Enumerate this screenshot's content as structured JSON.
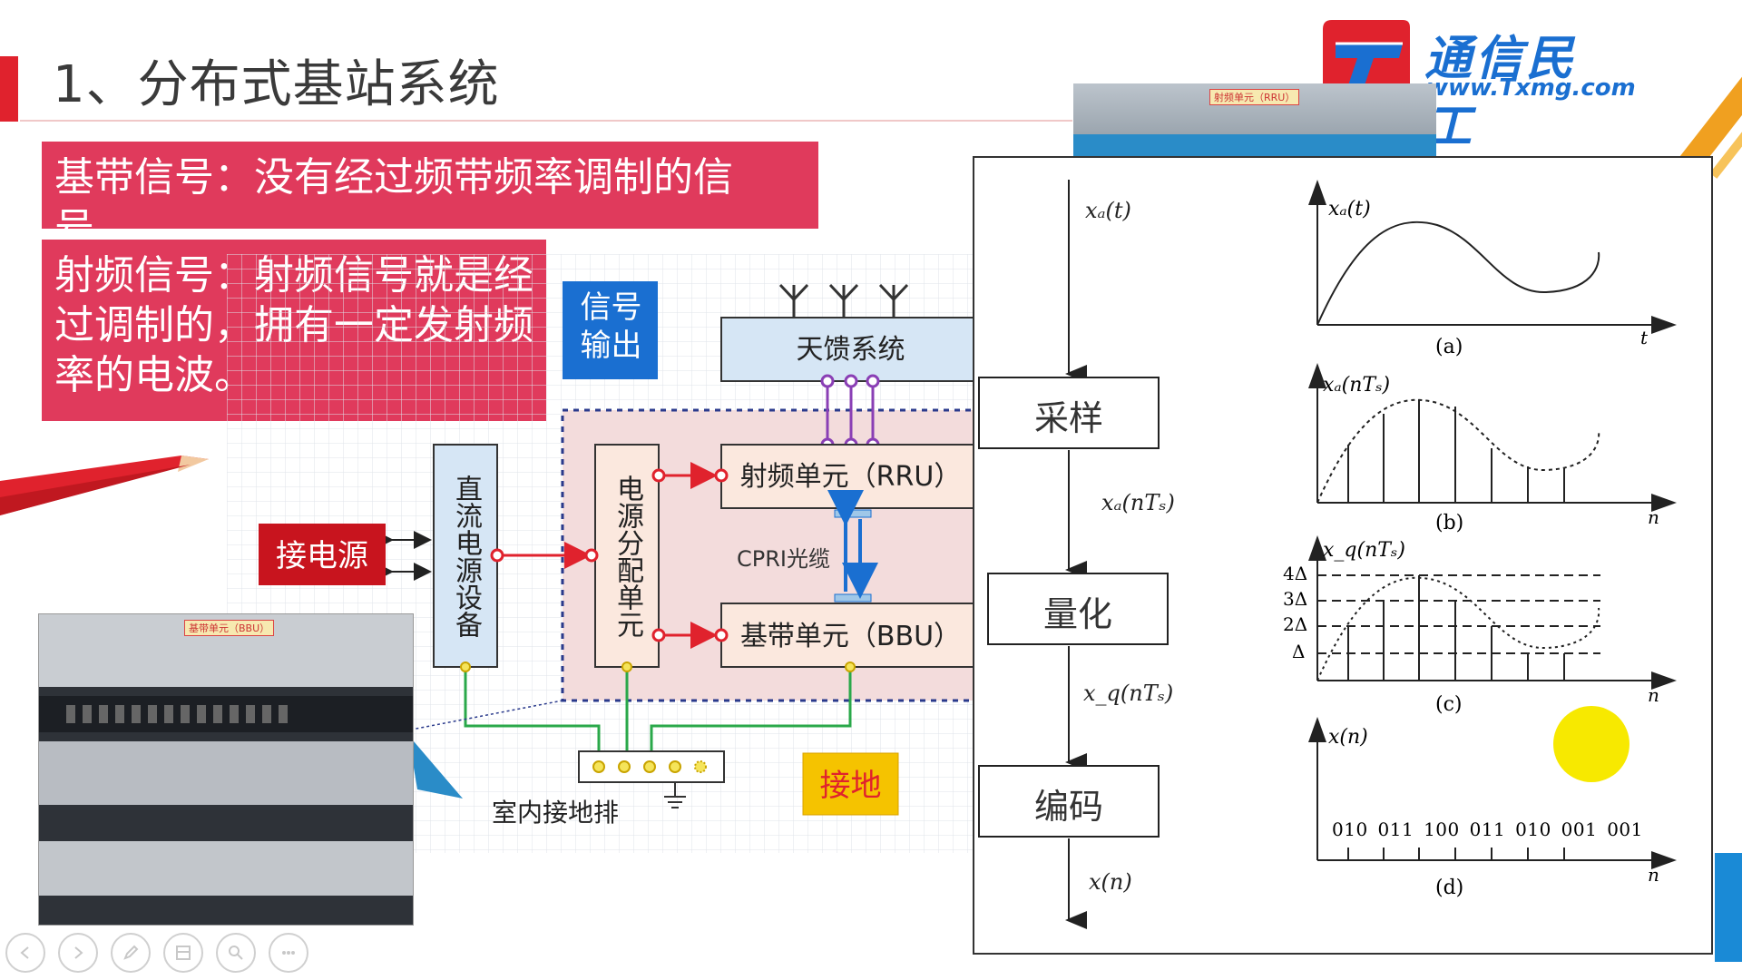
{
  "slide": {
    "title": "1、分布式基站系统",
    "baseband_box": "基带信号：没有经过频带频率调制的信号。",
    "rf_box": "射频信号：射频信号就是经过调制的，拥有一定发射频率的电波。"
  },
  "logo": {
    "brand": "通信民工",
    "url": "www.Txmg.com",
    "brand_color": "#1a6fd1",
    "red": "#e0222d"
  },
  "photo_labels": {
    "rru_photo": "射频单元（RRU）",
    "bbu_photo": "基带单元（BBU）"
  },
  "diagram": {
    "signal_output": "信号输出",
    "antenna_system": "天馈系统",
    "rru": "射频单元（RRU）",
    "bbu": "基带单元（BBU）",
    "cpri": "CPRI光缆",
    "pdu": "电源分配单元",
    "dc_power": "直流电源设备",
    "power_in": "接电源",
    "ground_bar": "室内接地排",
    "ground": "接地"
  },
  "signal_chain": {
    "sample": "采样",
    "quantize": "量化",
    "encode": "编码",
    "sig_xa_t": "xₐ(t)",
    "sig_xa_nT": "xₐ(nTₛ)",
    "sig_xq_nT": "x_q(nTₛ)",
    "sig_x_n": "x(n)"
  },
  "plots": {
    "a_label": "(a)",
    "b_label": "(b)",
    "c_label": "(c)",
    "d_label": "(d)",
    "a_ylabel": "xₐ(t)",
    "a_xlabel": "t",
    "b_ylabel": "xₐ(nTₛ)",
    "b_xlabel": "n",
    "c_ylabel": "x_q(nTₛ)",
    "c_xlabel": "n",
    "d_ylabel": "x(n)",
    "d_xlabel": "n",
    "levels": [
      "4Δ",
      "3Δ",
      "2Δ",
      "Δ"
    ],
    "codes": "010 011 100 011 010 001 001"
  },
  "toolbar": [
    "prev-icon",
    "next-icon",
    "pen-icon",
    "slides-icon",
    "zoom-icon",
    "more-icon"
  ]
}
